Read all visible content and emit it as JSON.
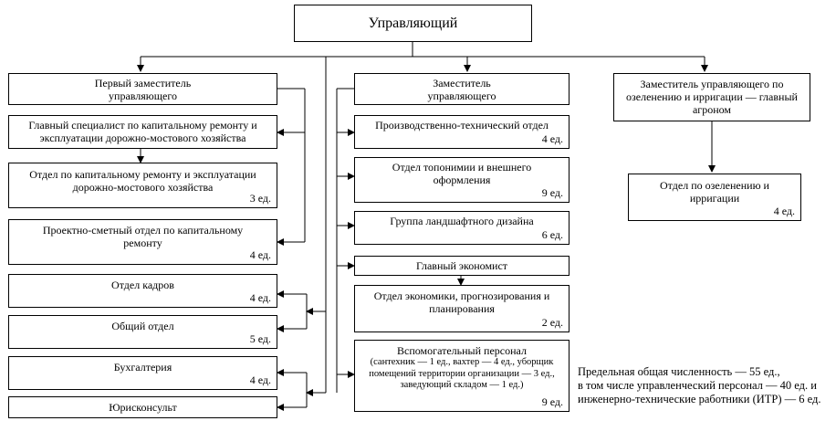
{
  "root": {
    "title": "Управляющий"
  },
  "columns": {
    "left": {
      "head": {
        "title": "Первый заместитель управляющего"
      },
      "items": [
        {
          "title": "Главный специалист по капитальному ремонту и эксплуатации дорожно-мостового хозяйства",
          "count": ""
        },
        {
          "title": "Отдел по капитальному ремонту и эксплуатации дорожно-мостового хозяйства",
          "count": "3 ед."
        },
        {
          "title": "Проектно-сметный отдел по капитальному ремонту",
          "count": "4 ед."
        }
      ],
      "direct": [
        {
          "title": "Отдел кадров",
          "count": "4 ед."
        },
        {
          "title": "Общий отдел",
          "count": "5 ед."
        },
        {
          "title": "Бухгалтерия",
          "count": "4 ед."
        },
        {
          "title": "Юрисконсульт",
          "count": ""
        }
      ]
    },
    "middle": {
      "head": {
        "title": "Заместитель управляющего"
      },
      "items": [
        {
          "title": "Производственно-технический отдел",
          "count": "4 ед."
        },
        {
          "title": "Отдел топонимии и внешнего оформления",
          "count": "9 ед."
        },
        {
          "title": "Группа ландшафтного дизайна",
          "count": "6 ед."
        },
        {
          "title": "Главный экономист",
          "count": ""
        },
        {
          "title": "Отдел экономики, прогнозирования и планирования",
          "count": "2 ед."
        },
        {
          "title": "Вспомогательный персонал",
          "detail": "(сантехник — 1 ед., вахтер — 4 ед., уборщик помещений территории организации — 3 ед., заведующий складом — 1 ед.)",
          "count": "9 ед."
        }
      ]
    },
    "right": {
      "head": {
        "title": "Заместитель управляющего по озеленению и ирригации — главный агроном"
      },
      "items": [
        {
          "title": "Отдел по озеленению и ирригации",
          "count": "4 ед."
        }
      ]
    }
  },
  "note": {
    "line1": "Предельная общая численность — 55 ед.,",
    "line2": "в том числе управленческий персонал — 40 ед. и",
    "line3": "инженерно-технические работники (ИТР) — 6 ед."
  }
}
